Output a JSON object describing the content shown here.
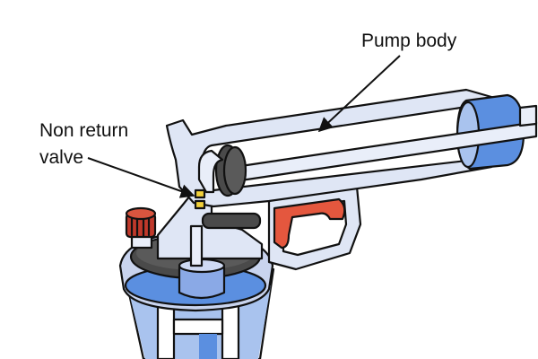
{
  "labels": {
    "pump_body": "Pump body",
    "non_return_line1": "Non return",
    "non_return_line2": "valve"
  },
  "colors": {
    "body_fill": "#dfe6f5",
    "body_light": "#e9eef9",
    "water_blue": "#5b8fe0",
    "water_light": "#a9c3ee",
    "cap_red": "#c0392b",
    "trigger_red": "#e4573e",
    "dark_grey": "#4a4a4a",
    "valve_yellow": "#f2d13a",
    "outline": "#111111"
  }
}
